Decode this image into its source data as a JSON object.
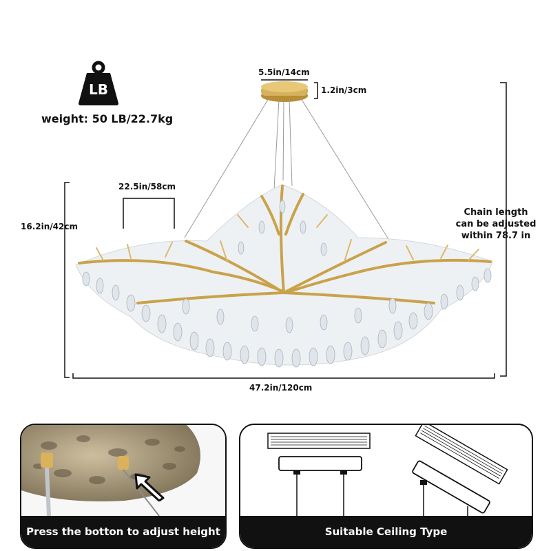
{
  "weight": {
    "icon_label": "LB",
    "text": "weight: 50 LB/22.7kg"
  },
  "dimensions": {
    "canopy_diameter": "5.5in/14cm",
    "canopy_height": "1.2in/3cm",
    "branch_span": "22.5in/58cm",
    "body_height": "16.2in/42cm",
    "total_width": "47.2in/120cm"
  },
  "chain_note": [
    "Chain length",
    "can be adjusted",
    "within 78.7 in"
  ],
  "panels": {
    "left_caption": "Press the botton to adjust height",
    "right_caption": "Suitable Ceiling Type"
  },
  "colors": {
    "gold": "#c9a24a",
    "dark": "#111111",
    "crystal": "#e6ebef"
  },
  "icons": [
    "weight-bag-icon",
    "pointer-arrow-icon"
  ]
}
